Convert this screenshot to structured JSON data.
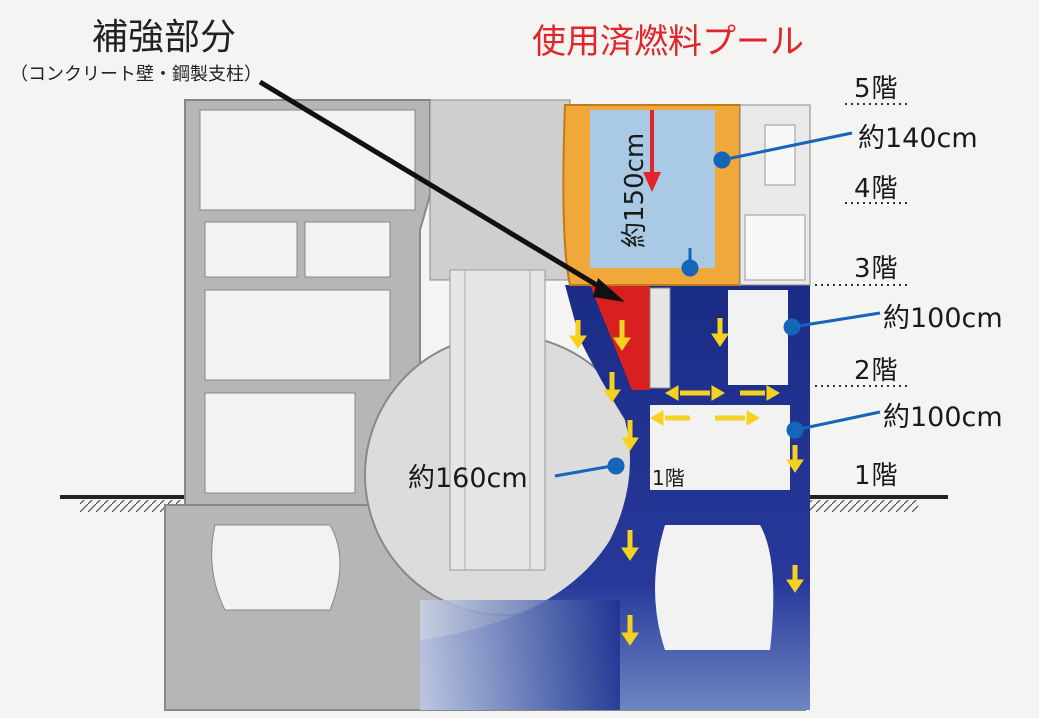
{
  "title": "補強部分",
  "subtitle": "（コンクリート壁・鋼製支柱）",
  "pool_label": "使用済燃料プール",
  "floors": [
    "5階",
    "4階",
    "3階",
    "2階",
    "1階"
  ],
  "inner_floor_label": "1階",
  "thickness": {
    "pool_wall_side": "約140cm",
    "pool_floor": "約150cm",
    "floor3_wall": "約100cm",
    "floor2_wall": "約100cm",
    "containment": "約160cm"
  },
  "colors": {
    "pool_water": "#a9c9e4",
    "pool_wall": "#f0a83a",
    "reinforcement": "#d92020",
    "load_path": "#1b2c86",
    "arrow": "#f5d21f",
    "pool_title": "#e0262a",
    "callout": "#1565b8"
  }
}
